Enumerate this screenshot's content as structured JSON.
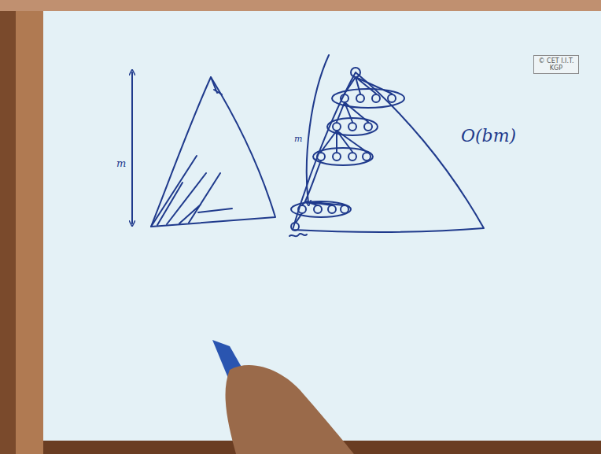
{
  "diagram": {
    "nodes": [
      {
        "text": [
          "© CET I.I.T. KGP"
        ]
      }
    ],
    "labels": [
      "m",
      "m",
      "O(bm)"
    ]
  }
}
